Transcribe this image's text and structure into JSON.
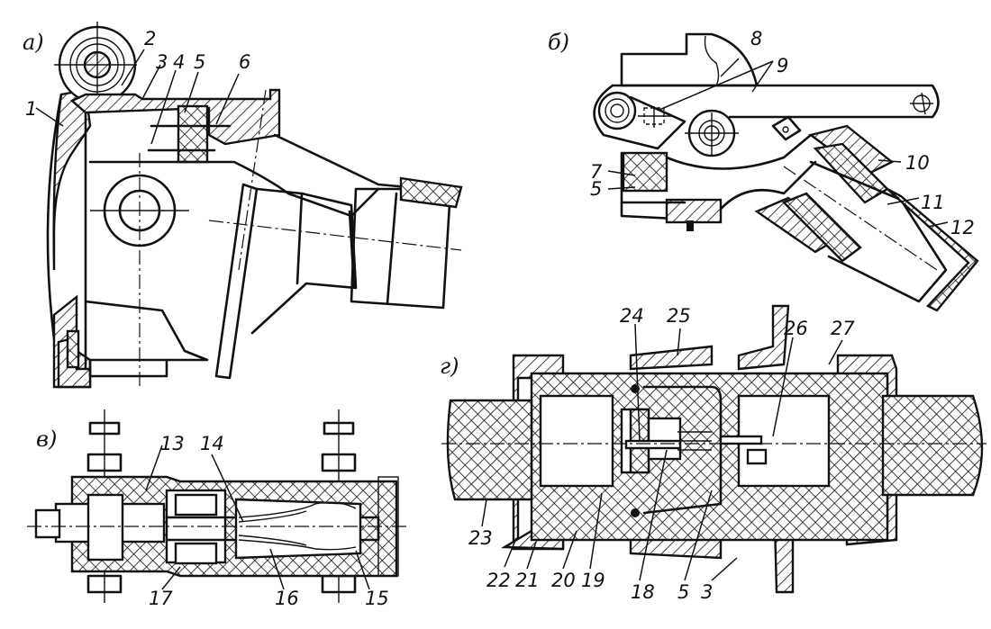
{
  "figure": {
    "panels": [
      {
        "id": "a",
        "label": "а)",
        "callouts": [
          "1",
          "2",
          "3",
          "4",
          "5",
          "6"
        ]
      },
      {
        "id": "b",
        "label": "б)",
        "callouts": [
          "8",
          "9",
          "7",
          "5",
          "10",
          "11",
          "12"
        ]
      },
      {
        "id": "v",
        "label": "в)",
        "callouts": [
          "13",
          "14",
          "17",
          "16",
          "15"
        ]
      },
      {
        "id": "g",
        "label": "г)",
        "callouts": [
          "24",
          "25",
          "26",
          "27",
          "23",
          "22",
          "21",
          "20",
          "19",
          "18",
          "5",
          "3"
        ]
      }
    ]
  },
  "colors": {
    "ink": "#111111",
    "paper": "#ffffff"
  }
}
